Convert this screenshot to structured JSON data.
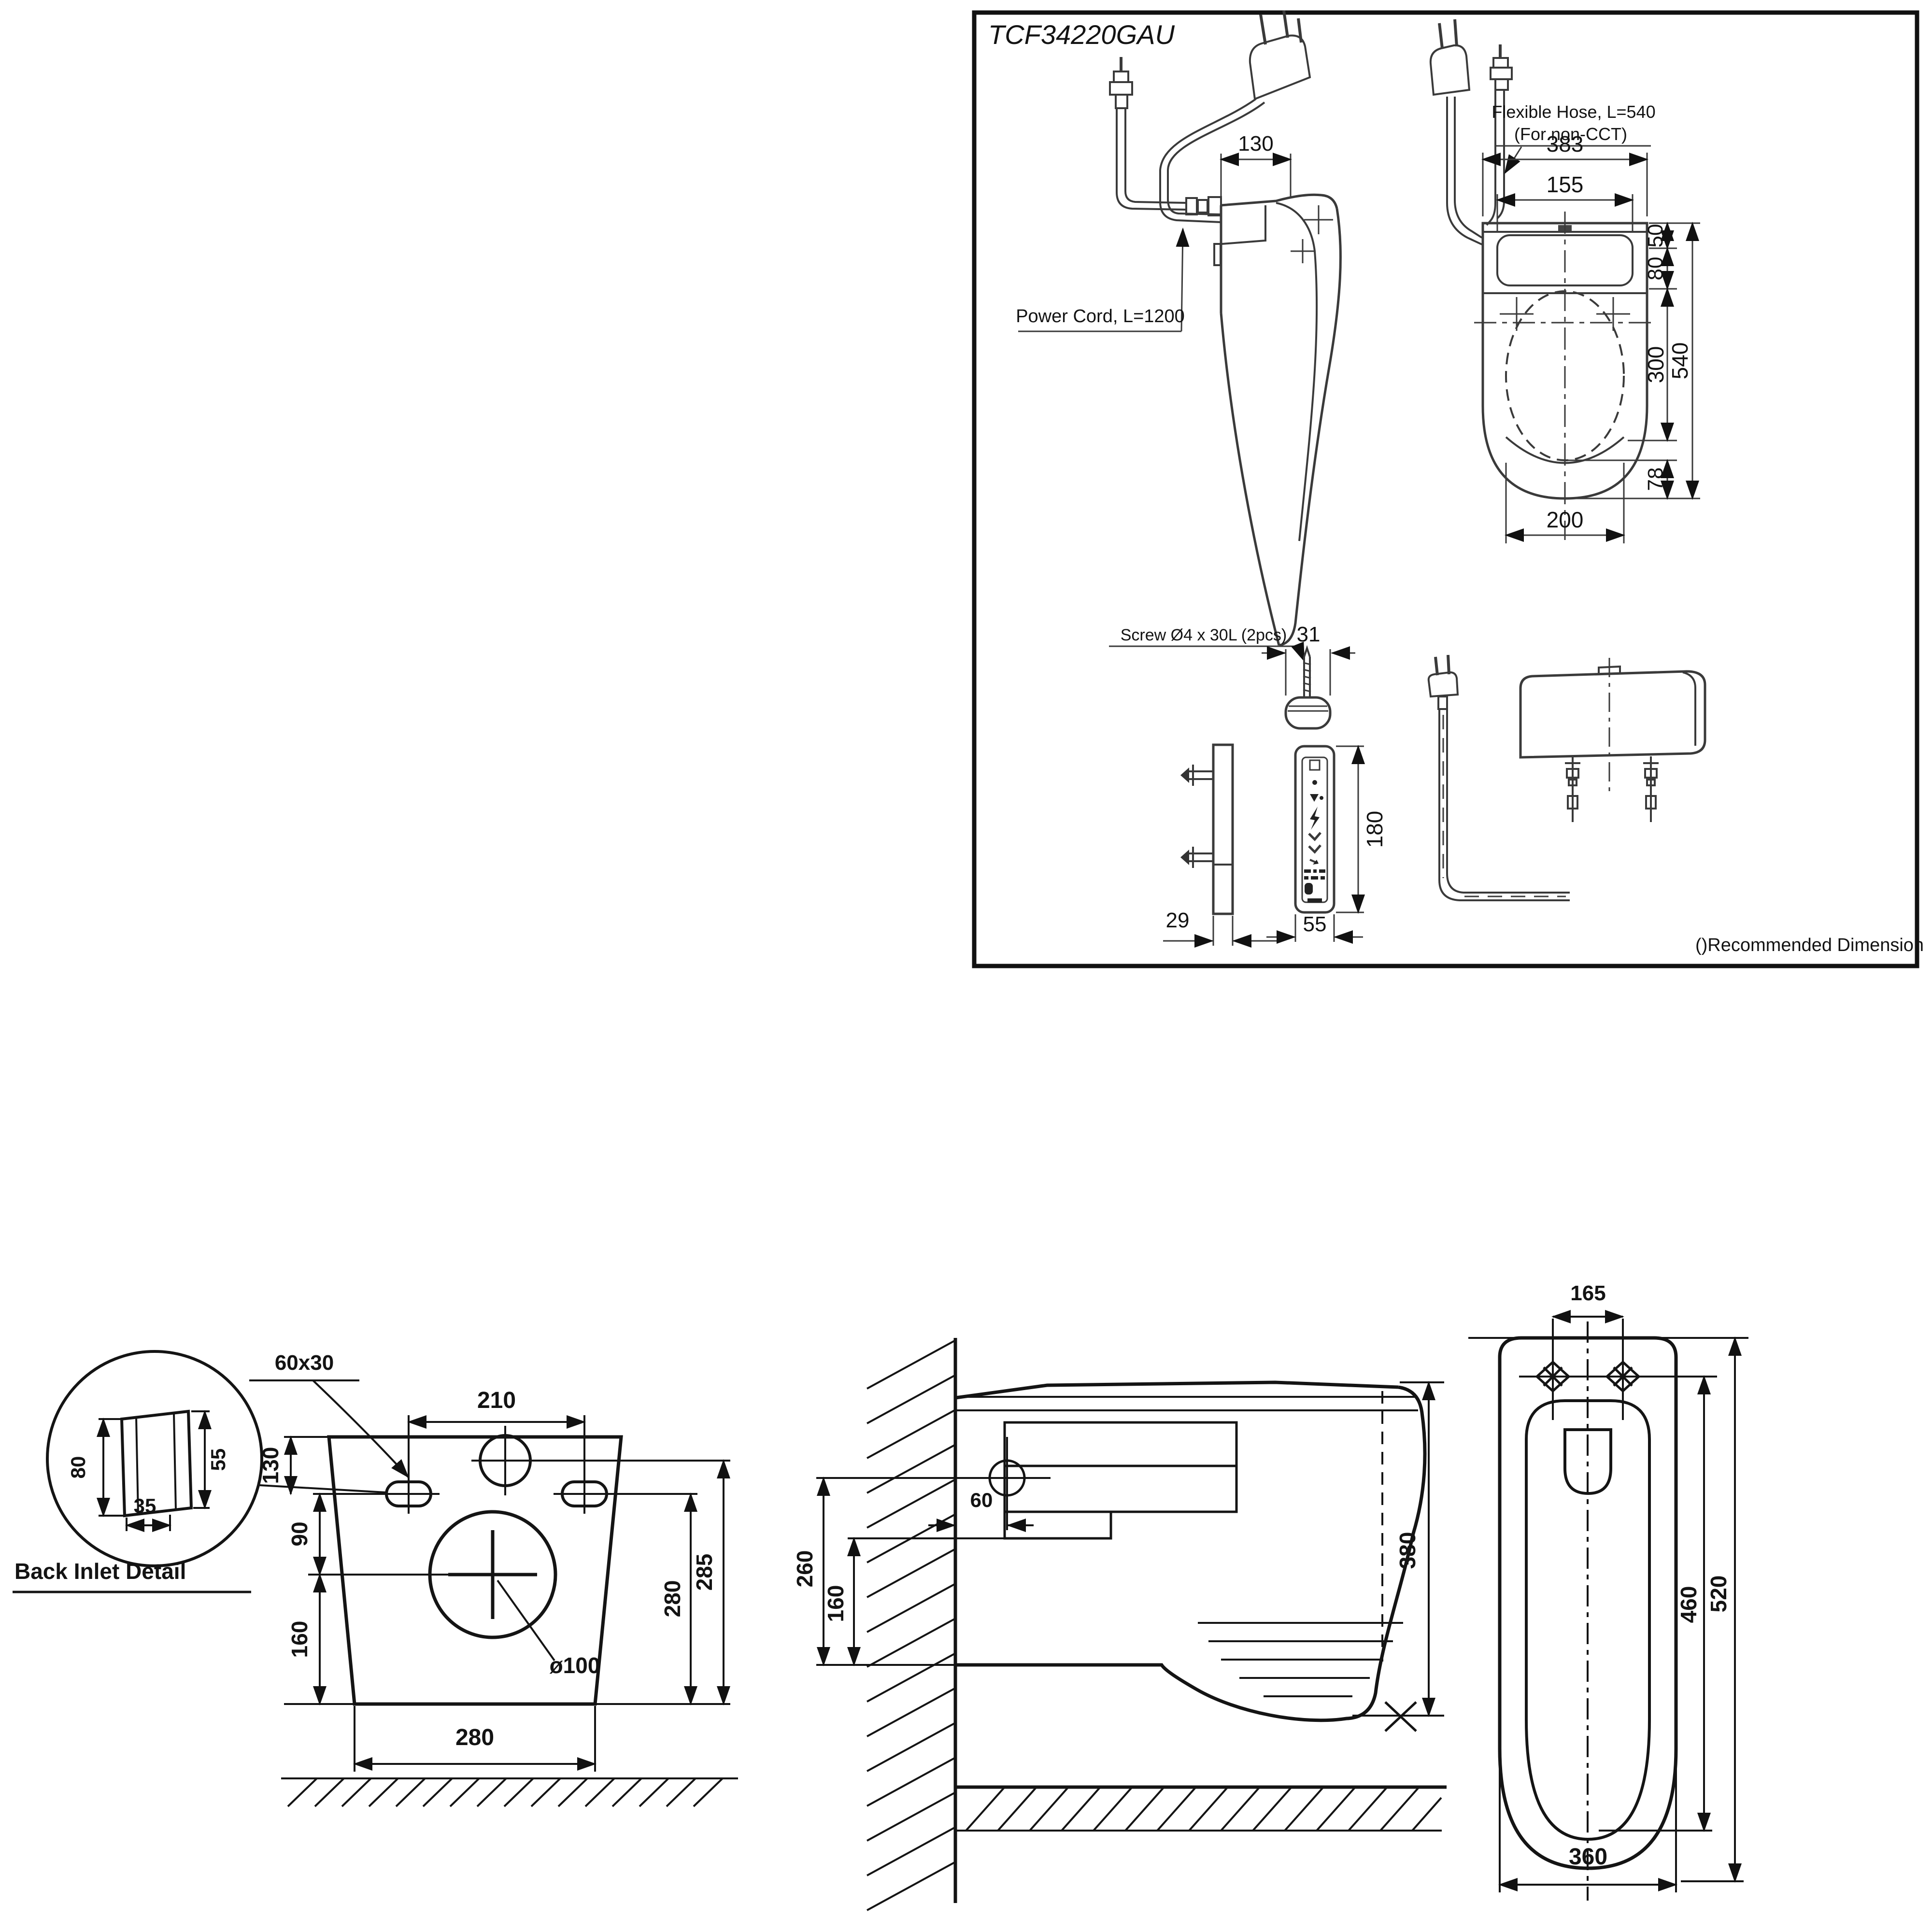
{
  "panel": {
    "model": "TCF34220GAU",
    "note": "()Recommended Dimension",
    "power_cord": "Power Cord, L=1200",
    "hose1": "Flexible Hose, L=540",
    "hose2": "(For non-CCT)",
    "screw": "Screw Ø4 x 30L (2pcs)",
    "d130": "130",
    "d383": "383",
    "d155": "155",
    "d50": "50",
    "d80": "80",
    "d300": "300",
    "d540": "540",
    "d78": "78",
    "d200": "200",
    "d31": "31",
    "d29": "29",
    "d55": "55",
    "d180": "180"
  },
  "front": {
    "slot": "60x30",
    "d210": "210",
    "d130": "130",
    "d90": "90",
    "d160": "160",
    "d280r": "280",
    "d285": "285",
    "d280b": "280",
    "outlet": "ø100",
    "det80": "80",
    "det55": "55",
    "det35": "35",
    "caption": "Back Inlet Detail"
  },
  "side": {
    "d60": "60",
    "d260": "260",
    "d160": "160",
    "d380": "380"
  },
  "top": {
    "d165": "165",
    "d460": "460",
    "d520": "520",
    "d360": "360"
  }
}
